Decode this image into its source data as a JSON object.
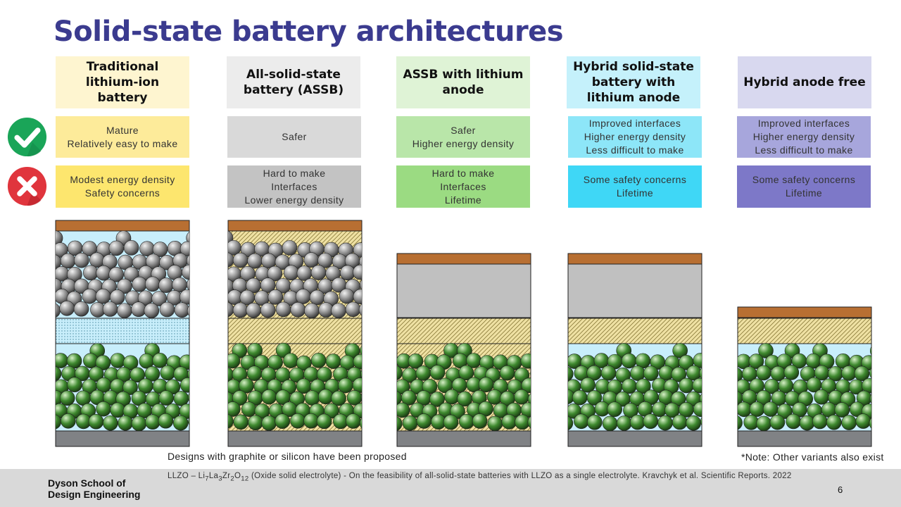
{
  "title": "Solid-state battery architectures",
  "columns": [
    {
      "header": "Traditional\nlithium-ion battery",
      "pros": "Mature\nRelatively easy to make",
      "cons": "Modest energy density\nSafety concerns",
      "header_bg": "#fef5d0",
      "pro_bg": "#fdeb9a",
      "con_bg": "#fde66e"
    },
    {
      "header": "All-solid-state\nbattery (ASSB)",
      "pros": "Safer",
      "cons": "Hard to make\nInterfaces\nLower energy density",
      "header_bg": "#ececec",
      "pro_bg": "#d9d9d9",
      "con_bg": "#c3c3c3"
    },
    {
      "header": "ASSB with lithium\nanode",
      "pros": "Safer\nHigher energy density",
      "cons": "Hard to make\nInterfaces\nLifetime",
      "header_bg": "#dff3d6",
      "pro_bg": "#b9e6a9",
      "con_bg": "#9bdb82"
    },
    {
      "header": "Hybrid solid-state\nbattery with lithium\nanode",
      "pros": "Improved interfaces\nHigher energy density\nLess difficult to make",
      "cons": "Some safety concerns\nLifetime",
      "header_bg": "#c5f1fb",
      "pro_bg": "#8de6f8",
      "con_bg": "#3fd7f6"
    },
    {
      "header": "Hybrid anode free",
      "pros": "Improved interfaces\nHigher energy density\nLess difficult to make",
      "cons": "Some safety concerns\nLifetime",
      "header_bg": "#d8d8ef",
      "pro_bg": "#a7a6dc",
      "con_bg": "#7d78c8"
    }
  ],
  "icons": {
    "pro": "check-icon",
    "con": "cross-icon",
    "pro_color": "#1aa558",
    "con_color": "#e0353d"
  },
  "layer_colors": {
    "collector_top": "#b86f32",
    "collector_bottom": "#808285",
    "electrolyte_liquid": "#c8eefb",
    "llzo": "#efe1a3",
    "lithium": "#c0c0c0",
    "anode_particle": "#8a8a8a",
    "cathode_particle": "#3f8a2f"
  },
  "note_designs": "Designs with graphite or silicon have been proposed",
  "note_variants": "*Note: Other variants also exist",
  "footer": {
    "school_line1": "Dyson School of",
    "school_line2": "Design Engineering",
    "ref_prefix": "LLZO – Li",
    "ref_sub1": "7",
    "ref_la": "La",
    "ref_sub2": "3",
    "ref_zr": "Zr",
    "ref_sub3": "2",
    "ref_o": "O",
    "ref_sub4": "12",
    "ref_suffix": " (Oxide solid electrolyte)  - On the feasibility of all-solid-state  batteries with LLZO as a single electrolyte.  Kravchyk et al. Scientific Reports. 2022",
    "page": "6"
  }
}
